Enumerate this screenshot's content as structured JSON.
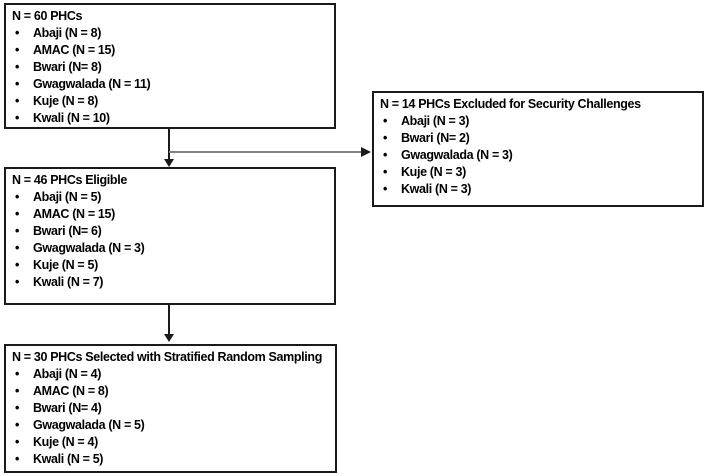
{
  "diagram": {
    "boxes": {
      "total": {
        "title": "N = 60 PHCs",
        "items": [
          "Abaji (N = 8)",
          "AMAC (N = 15)",
          "Bwari (N= 8)",
          "Gwagwalada (N = 11)",
          "Kuje (N = 8)",
          "Kwali (N = 10)"
        ]
      },
      "excluded": {
        "title": "N = 14 PHCs Excluded for Security Challenges",
        "items": [
          "Abaji (N = 3)",
          "Bwari (N= 2)",
          "Gwagwalada (N = 3)",
          "Kuje (N = 3)",
          "Kwali (N = 3)"
        ]
      },
      "eligible": {
        "title": "N = 46 PHCs Eligible",
        "items": [
          "Abaji (N = 5)",
          "AMAC (N = 15)",
          "Bwari (N= 6)",
          "Gwagwalada (N = 3)",
          "Kuje (N = 5)",
          "Kwali (N = 7)"
        ]
      },
      "selected": {
        "title": "N = 30 PHCs Selected with Stratified Random Sampling",
        "items": [
          "Abaji (N = 4)",
          "AMAC (N = 8)",
          "Bwari (N= 4)",
          "Gwagwalada (N = 5)",
          "Kuje (N = 4)",
          "Kwali (N = 5)"
        ]
      }
    },
    "bullet_glyph": "•",
    "colors": {
      "border": "#1a1a1a",
      "text": "#000000",
      "connector_gray": "#808080",
      "connector_black": "#1a1a1a",
      "background": "#ffffff"
    }
  }
}
